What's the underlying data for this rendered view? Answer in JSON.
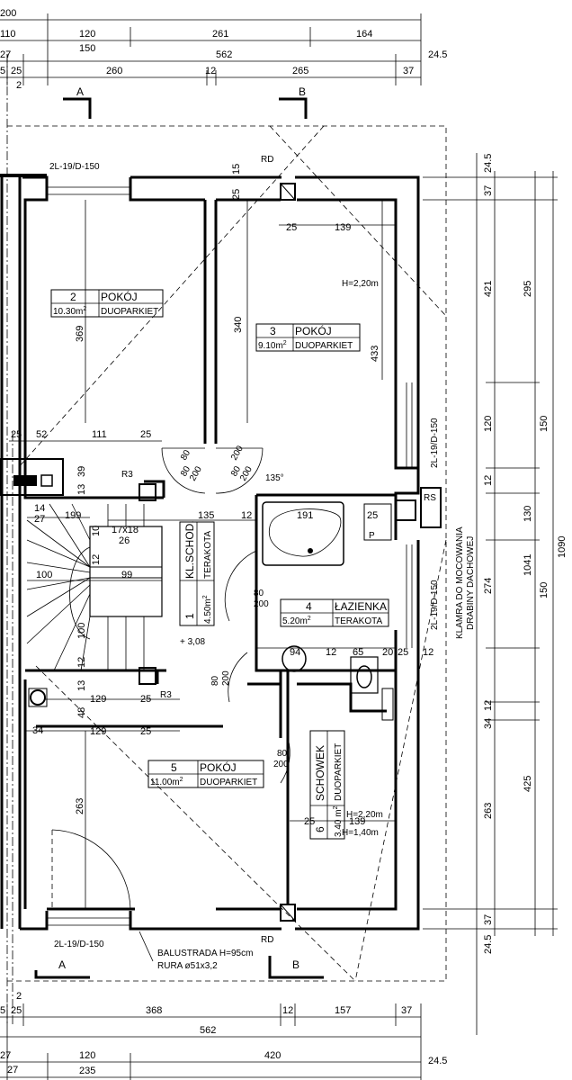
{
  "top_dims": {
    "row1": [
      "200"
    ],
    "row2": [
      "110",
      "120",
      "261",
      "164"
    ],
    "row2b": [
      "150"
    ],
    "row3": [
      "27",
      "562",
      "24.5"
    ],
    "row4": [
      "5",
      "25",
      "260",
      "12",
      "265",
      "37"
    ],
    "row4b": [
      "2"
    ]
  },
  "bottom_dims": {
    "row1": [
      "2"
    ],
    "row2": [
      "5",
      "25",
      "368",
      "12",
      "157",
      "37"
    ],
    "row3": [
      "27",
      "562",
      "24.5"
    ],
    "row4": [
      "27",
      "120",
      "420"
    ],
    "row4b": [
      "235"
    ]
  },
  "right_dims": {
    "outer": [
      "24.5",
      "37",
      "1041",
      "37",
      "24.5"
    ],
    "inner1": [
      "421",
      "120",
      "12",
      "274",
      "12",
      "34",
      "425"
    ],
    "inner2": [
      "295",
      "150",
      "130",
      "150",
      "263"
    ],
    "total": "1090"
  },
  "section_marks": {
    "a": "A",
    "b": "B"
  },
  "windows": {
    "w1": "2L-19/D-150",
    "w2": "2L-19/D-150",
    "w3": "2L-19/D-150",
    "w4": "2L-19/D-150"
  },
  "markers": {
    "rd_top": "RD",
    "rd_bottom": "RD",
    "rs": "RS",
    "r3_top": "R3",
    "r3_bottom": "R3",
    "p": "P"
  },
  "rooms": [
    {
      "num": "2",
      "name": "POKÓJ",
      "area": "10.30m",
      "sup": "2",
      "floor": "DUOPARKIET"
    },
    {
      "num": "3",
      "name": "POKÓJ",
      "area": "9.10m",
      "sup": "2",
      "floor": "DUOPARKIET"
    },
    {
      "num": "1",
      "name": "KL.SCHOD.",
      "area": "4.50m",
      "sup": "2",
      "floor": "TERAKOTA"
    },
    {
      "num": "4",
      "name": "ŁAZIENKA",
      "area": "5.20m",
      "sup": "2",
      "floor": "TERAKOTA"
    },
    {
      "num": "5",
      "name": "POKÓJ",
      "area": "11.00m",
      "sup": "2",
      "floor": "DUOPARKIET"
    },
    {
      "num": "6",
      "name": "SCHOWEK",
      "area": "3.40 m",
      "sup": "2",
      "floor": "DUOPARKIET"
    }
  ],
  "inner_dims": {
    "d369": "369",
    "d340": "340",
    "d433": "433",
    "d25a": "25",
    "d139a": "139",
    "d15": "15",
    "d25b": "25",
    "d25c": "25",
    "d52": "52",
    "d111": "111",
    "d25d": "25",
    "d14": "14",
    "d27": "27",
    "d39": "39",
    "d13a": "13",
    "d199": "199",
    "d17x18": "17x18",
    "d26": "26",
    "d135": "135",
    "d12a": "12",
    "d100a": "100",
    "d99": "99",
    "d100b": "100",
    "d12b": "12",
    "d13b": "13",
    "d48": "48",
    "d34": "34",
    "d129a": "129",
    "d25e": "25",
    "d129b": "129",
    "d25f": "25",
    "d263": "263",
    "d191": "191",
    "d25g": "25",
    "d94": "94",
    "d12c": "12",
    "d65": "65",
    "d20": "20",
    "d25h": "25",
    "d12d": "12",
    "d25i": "25",
    "d139b": "139",
    "d12e": "12",
    "d10": "10"
  },
  "doors": {
    "d1": "80",
    "d1b": "200",
    "d2": "80",
    "d2b": "200",
    "d3": "80",
    "d3b": "200",
    "d4": "80",
    "d4b": "200",
    "d5": "80",
    "d5b": "200",
    "d6": "80",
    "d6b": "200"
  },
  "heights": {
    "h1": "H=2,20m",
    "h2": "H=2,20m",
    "h3": "H=1,40m"
  },
  "notes": {
    "level": "+ 3,08",
    "angle": "135°",
    "balustrada": "BALUSTRADA H=95cm",
    "rura": "RURA ø51x3,2",
    "klamra1": "KLAMRA DO MOCOWANIA",
    "klamra2": "DRABINY DACHOWEJ"
  }
}
